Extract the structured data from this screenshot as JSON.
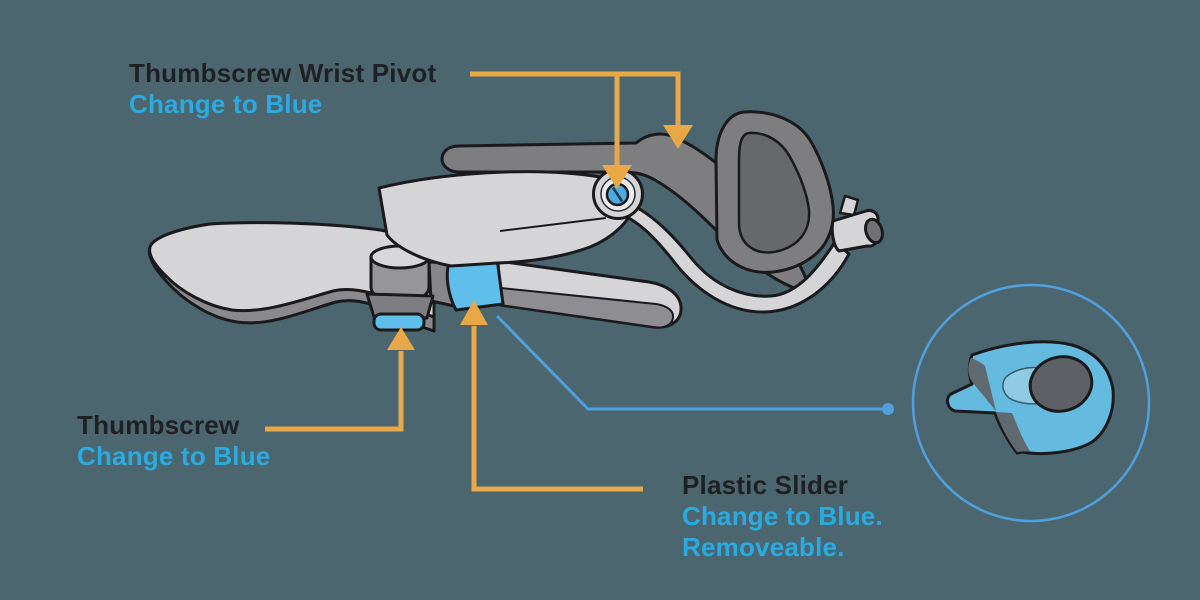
{
  "background_color": "#4C6670",
  "annotations": {
    "wrist_pivot": {
      "title": "Thumbscrew Wrist Pivot",
      "subtitle": "Change to Blue"
    },
    "thumbscrew": {
      "title": "Thumbscrew",
      "subtitle": "Change to Blue"
    },
    "plastic_slider": {
      "title": "Plastic Slider",
      "subtitle": "Change to Blue.",
      "subtitle2": "Removeable."
    }
  },
  "colors": {
    "title_text": "#1F2023",
    "highlight_text": "#29ABE2",
    "arrow_orange": "#E9A845",
    "callout_blue": "#4FA0DC",
    "slider_blue": "#5FBFEA",
    "detail_part_blue": "#64BADF",
    "device_light_gray": "#D5D5D7",
    "device_mid_gray": "#8E8E92",
    "device_dark_gray": "#7E7E80",
    "outline_black": "#1A1A1C"
  }
}
